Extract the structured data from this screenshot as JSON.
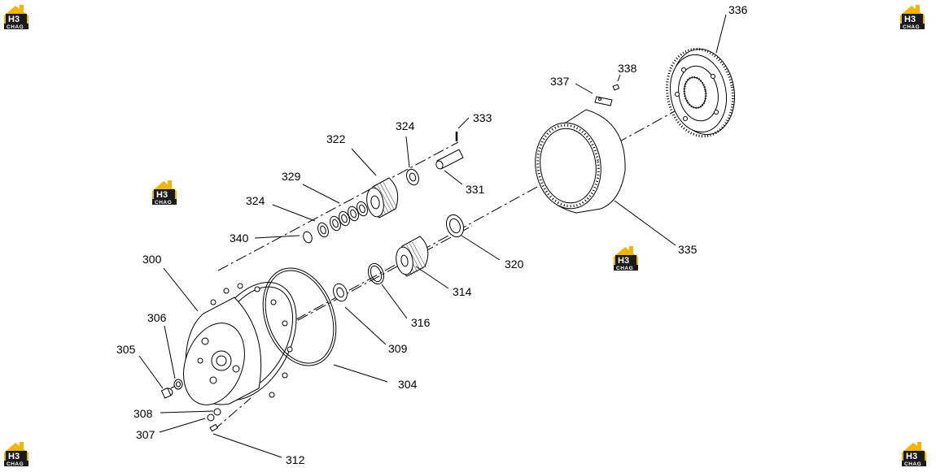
{
  "logo": {
    "top": "H3",
    "bottom": "CHAG",
    "brand_color": "#f5b400",
    "dark_color": "#1a1a1a"
  },
  "callouts": {
    "c300": "300",
    "c304": "304",
    "c305": "305",
    "c306": "306",
    "c307": "307",
    "c308": "308",
    "c309": "309",
    "c312": "312",
    "c314": "314",
    "c316": "316",
    "c320": "320",
    "c322": "322",
    "c324a": "324",
    "c324b": "324",
    "c329": "329",
    "c331": "331",
    "c333": "333",
    "c335": "335",
    "c336": "336",
    "c337": "337",
    "c338": "338",
    "c340": "340"
  }
}
